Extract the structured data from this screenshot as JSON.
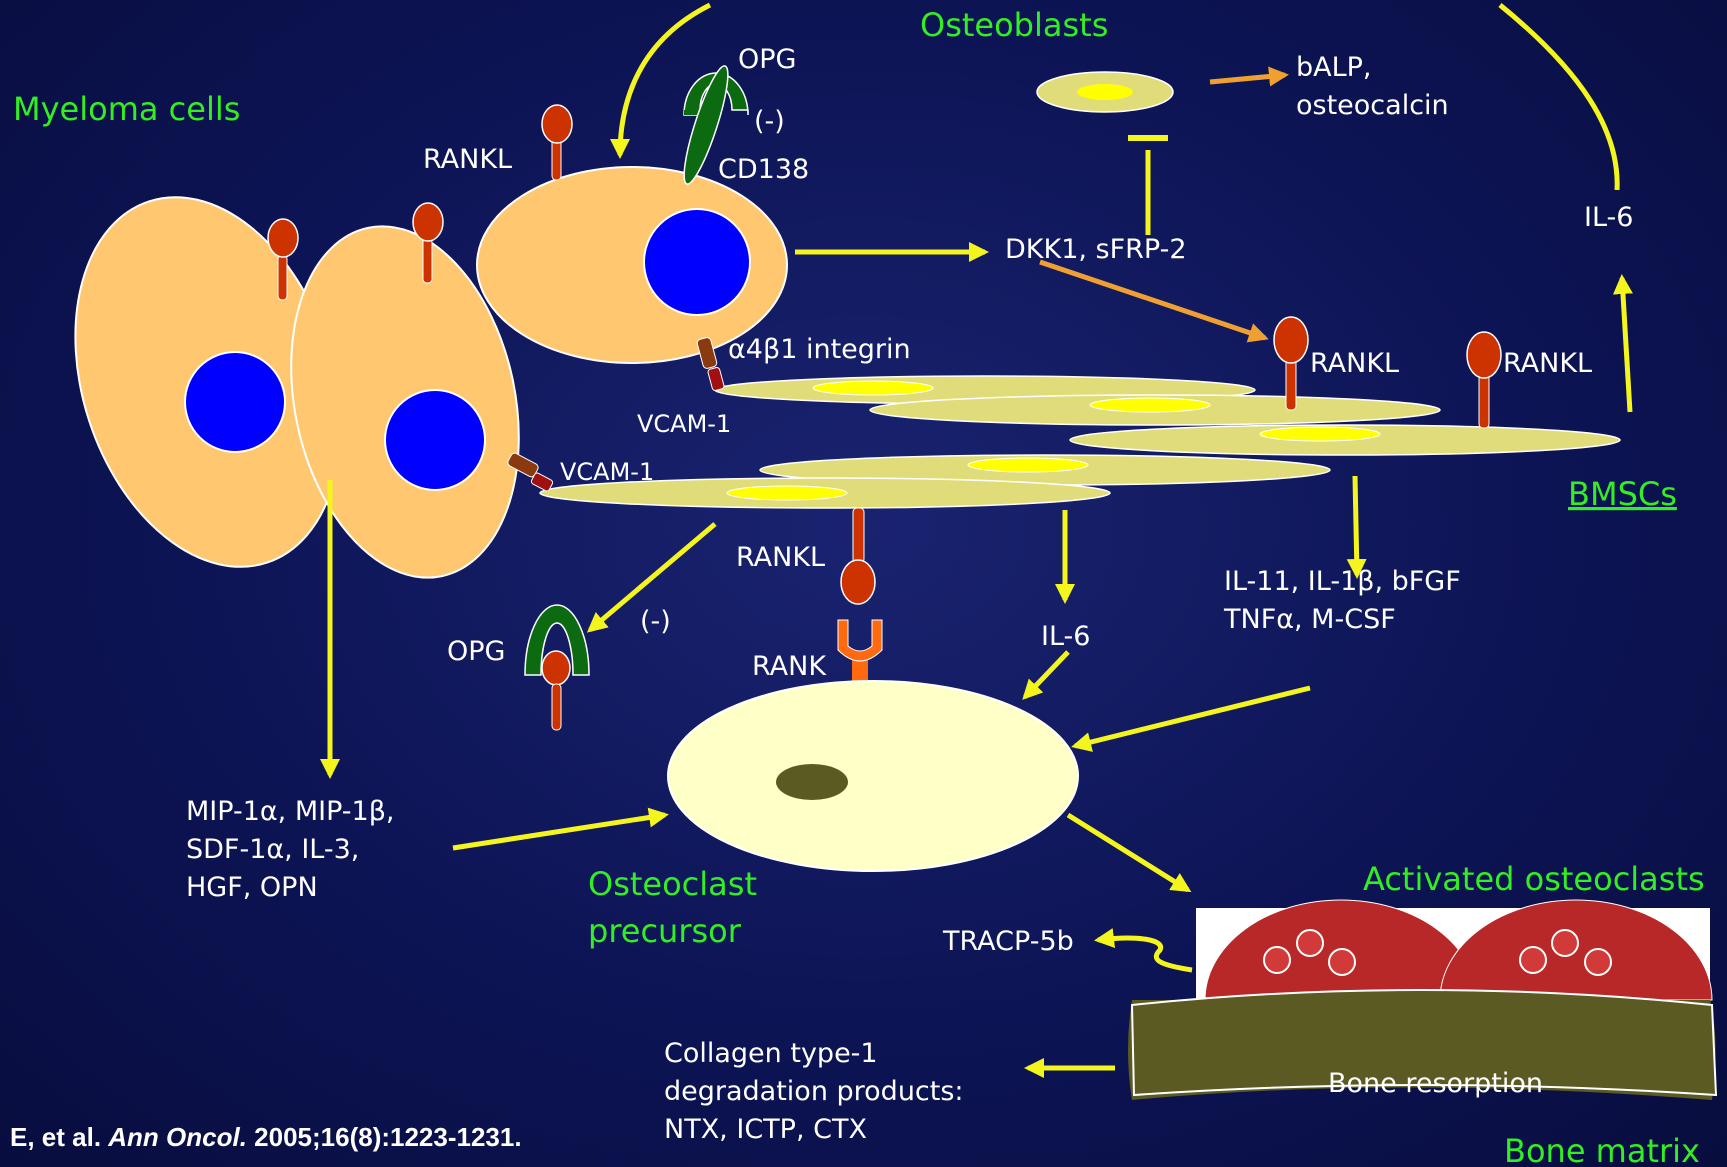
{
  "labels": {
    "myeloma_cells": "Myeloma cells",
    "osteoblasts": "Osteoblasts",
    "opg_top": "OPG",
    "neg_top": "(-)",
    "cd138": "CD138",
    "rankl_top": "RANKL",
    "balp": "bALP,",
    "osteocalcin": "osteocalcin",
    "dkk1": "DKK1, sFRP-2",
    "il6_right": "IL-6",
    "integrin": "α4β1 integrin",
    "vcam1_a": "VCAM-1",
    "vcam1_b": "VCAM-1",
    "rankl_bm1": "RANKL",
    "rankl_bm2": "RANKL",
    "bmscs": "BMSCs",
    "rankl_mid": "RANKL",
    "opg_mid": "OPG",
    "neg_mid": "(-)",
    "rank": "RANK",
    "il6_mid": "IL-6",
    "cytokines_line1": "IL-11, IL-1β, bFGF",
    "cytokines_line2": "TNFα, M-CSF",
    "mip_line1": "MIP-1α, MIP-1β,",
    "mip_line2": "SDF-1α, IL-3,",
    "mip_line3": "HGF, OPN",
    "osteoclast_line1": "Osteoclast",
    "osteoclast_line2": "precursor",
    "activated_osteoclasts": "Activated osteoclasts",
    "tracp": "TRACP-5b",
    "collagen_line1": "Collagen type-1",
    "collagen_line2": "degradation products:",
    "collagen_line3": "NTX, ICTP, CTX",
    "bone_resorption": "Bone resorption",
    "bone_matrix": "Bone matrix",
    "citation_prefix": "E, et al. ",
    "citation_journal": "Ann Oncol.",
    "citation_suffix": " 2005;16(8):1223-1231."
  },
  "colors": {
    "background": "#0d1455",
    "label_green": "#33ee22",
    "myeloma_cell": "#ffc870",
    "nucleus": "#0000ff",
    "bmsc": "#e0dc7a",
    "yellow_arrow": "#f5f51e",
    "orange_arrow": "#f0a030",
    "receptor_red": "#cc3300",
    "opg_green": "#0c6a10",
    "osteoclast_precursor": "#ffffc8",
    "bone_matrix": "#5a5a22"
  }
}
